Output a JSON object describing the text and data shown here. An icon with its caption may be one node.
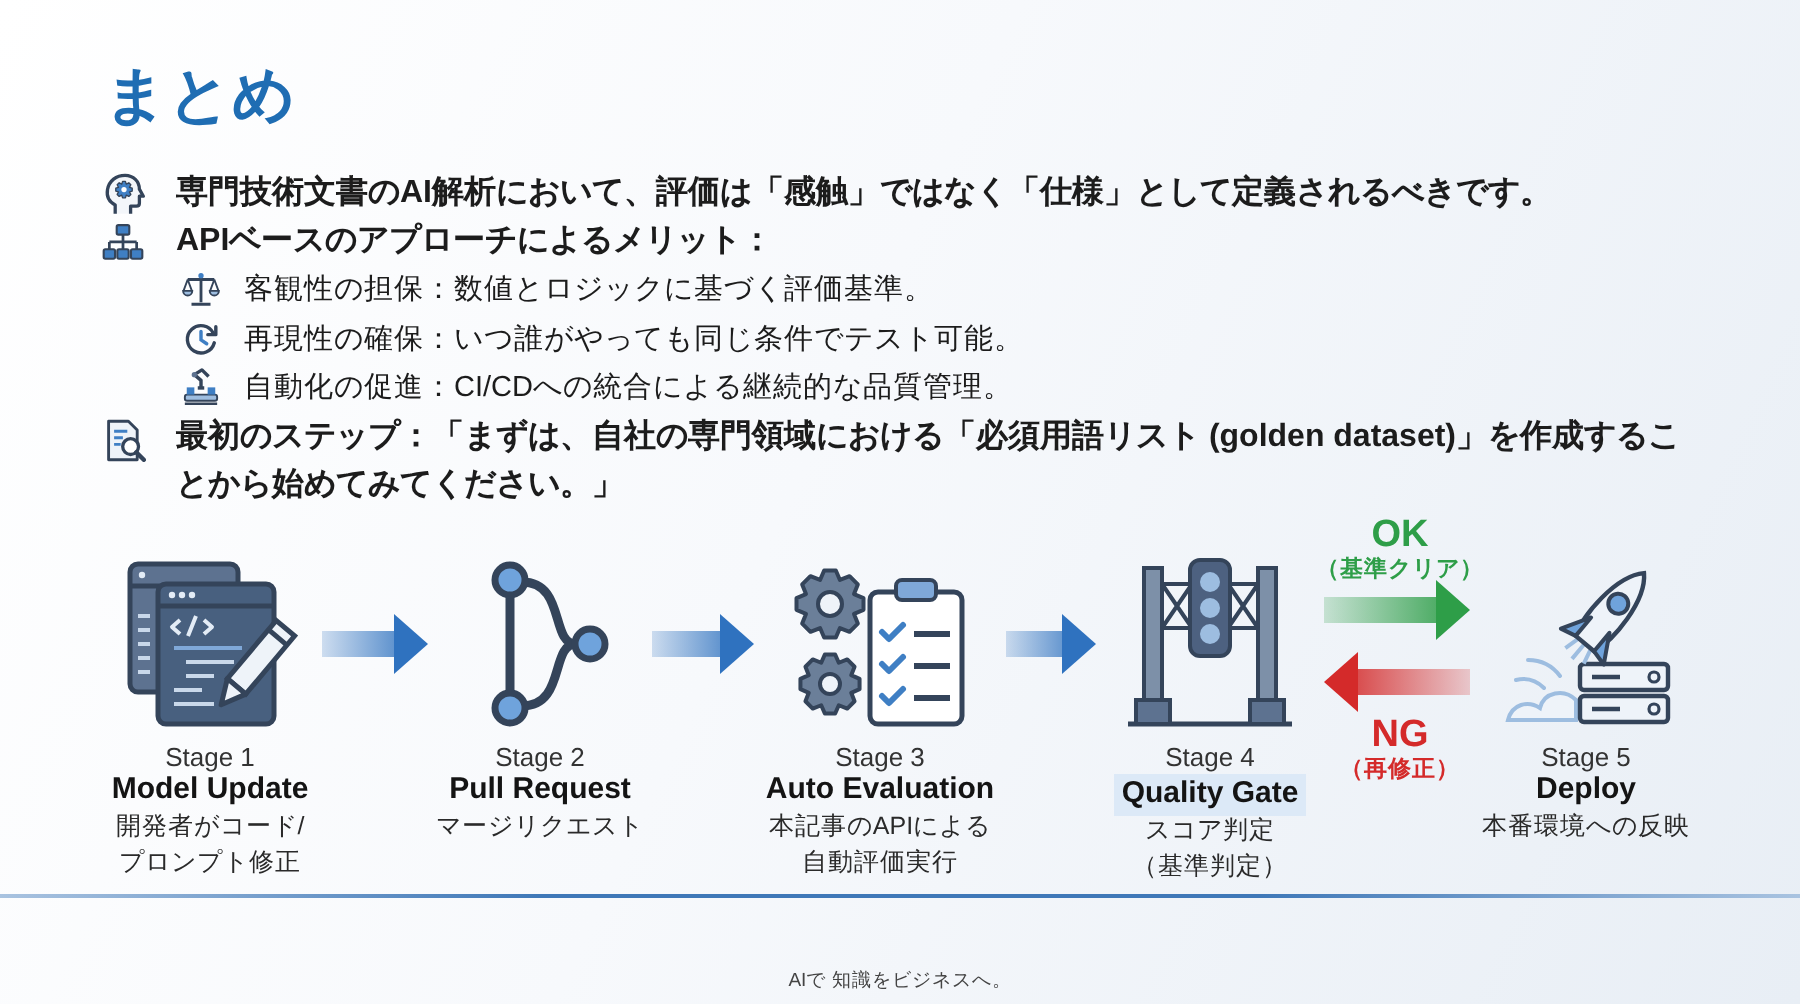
{
  "diagram": {
    "title": "まとめ",
    "nodes": [
      {
        "text": [
          "Stage 1",
          "Model Update",
          "開発者がコード/プロンプト修正"
        ]
      },
      {
        "text": [
          "Stage 2",
          "Pull Request",
          "マージリクエスト"
        ]
      },
      {
        "text": [
          "Stage 3",
          "Auto Evaluation",
          "本記事のAPIによる自動評価実行"
        ]
      },
      {
        "text": [
          "Stage 4",
          "Quality Gate",
          "スコア判定（基準判定）"
        ]
      },
      {
        "text": [
          "Stage 5",
          "Deploy",
          "本番環境への反映"
        ]
      }
    ],
    "edges": [
      {
        "from": 0,
        "to": 1,
        "arrow": "to"
      },
      {
        "from": 1,
        "to": 2,
        "arrow": "to"
      },
      {
        "from": 2,
        "to": 3,
        "arrow": "to"
      },
      {
        "from": 3,
        "to": 4,
        "arrow": "to",
        "label": "OK （基準クリア）",
        "color": "#2e9e48"
      },
      {
        "from": 4,
        "to": 3,
        "arrow": "to",
        "label": "NG （再修正）",
        "color": "#d42a2a"
      }
    ],
    "labels": [
      "専門技術文書のAI解析において、評価は「感触」ではなく「仕様」として定義されるべきです。",
      "APIベースのアプローチによるメリット：",
      "客観性の担保：数値とロジックに基づく評価基準。",
      "再現性の確保：いつ誰がやっても同じ条件でテスト可能。",
      "自動化の促進：CI/CDへの統合による継続的な品質管理。",
      "最初のステップ：「まずは、自社の専門領域における「必須用語リスト (golden dataset)」を作成することから始めてみてください。」",
      "AIで 知識をビジネスへ。"
    ]
  }
}
